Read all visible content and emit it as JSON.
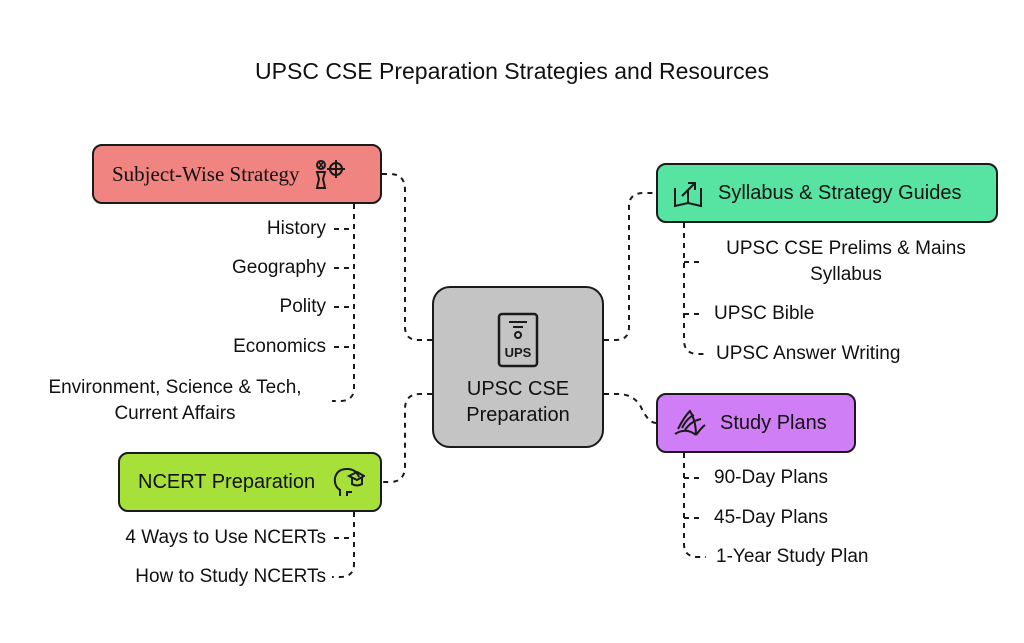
{
  "title": "UPSC CSE Preparation Strategies and Resources",
  "center": {
    "badge": "UPS",
    "label_line1": "UPSC CSE",
    "label_line2": "Preparation"
  },
  "branches": {
    "subject": {
      "label": "Subject-Wise Strategy",
      "icon": "strategy-icon",
      "color": "#f08480",
      "items": [
        "History",
        "Geography",
        "Polity",
        "Economics"
      ],
      "last_line1": "Environment, Science & Tech,",
      "last_line2": "Current Affairs"
    },
    "ncert": {
      "label": "NCERT Preparation",
      "icon": "graduate-head-icon",
      "color": "#a8e03a",
      "items": [
        "4 Ways to Use NCERTs",
        "How to Study NCERTs"
      ]
    },
    "syllabus": {
      "label": "Syllabus & Strategy Guides",
      "icon": "book-arrow-icon",
      "color": "#57e3a2",
      "first_line1": "UPSC CSE Prelims & Mains",
      "first_line2": "Syllabus",
      "items": [
        "UPSC Bible",
        "UPSC Answer Writing"
      ]
    },
    "plans": {
      "label": "Study Plans",
      "icon": "open-book-icon",
      "color": "#d07ef5",
      "items": [
        "90-Day Plans",
        "45-Day Plans",
        "1-Year Study Plan"
      ]
    }
  }
}
